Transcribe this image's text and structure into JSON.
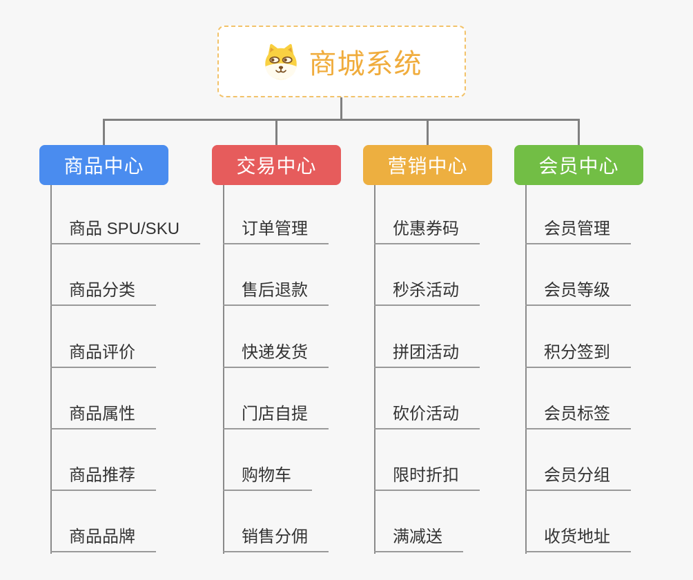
{
  "root": {
    "title": "商城系统",
    "icon": "dog-face-icon",
    "title_color": "#f0ac3c",
    "border_color": "#f2c269"
  },
  "connector_color": "#808080",
  "underline_color": "#999999",
  "child_text_color": "#333333",
  "branches": [
    {
      "label": "商品中心",
      "color": "#4a8cef",
      "children": [
        "商品 SPU/SKU",
        "商品分类",
        "商品评价",
        "商品属性",
        "商品推荐",
        "商品品牌"
      ]
    },
    {
      "label": "交易中心",
      "color": "#e65c5c",
      "children": [
        "订单管理",
        "售后退款",
        "快递发货",
        "门店自提",
        "购物车",
        "销售分佣"
      ]
    },
    {
      "label": "营销中心",
      "color": "#edaf40",
      "children": [
        "优惠券码",
        "秒杀活动",
        "拼团活动",
        "砍价活动",
        "限时折扣",
        "满减送"
      ]
    },
    {
      "label": "会员中心",
      "color": "#72be45",
      "children": [
        "会员管理",
        "会员等级",
        "积分签到",
        "会员标签",
        "会员分组",
        "收货地址"
      ]
    }
  ]
}
